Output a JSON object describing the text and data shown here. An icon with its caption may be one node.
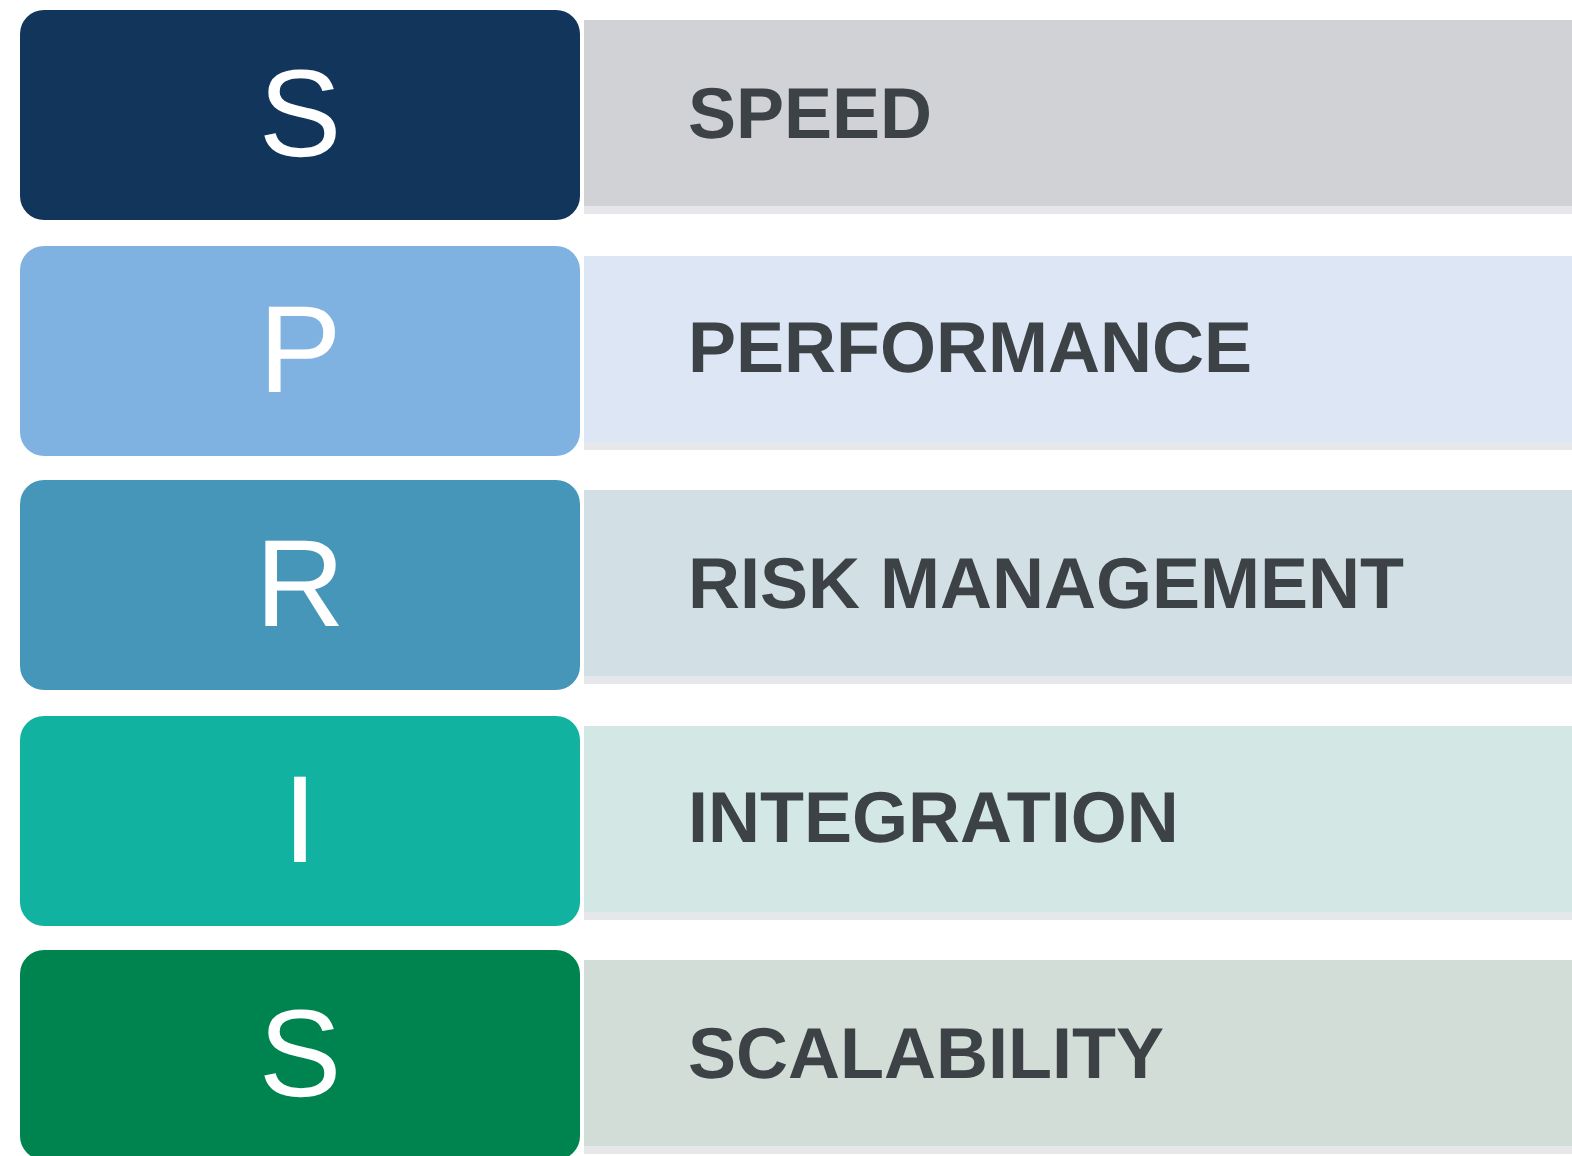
{
  "diagram": {
    "nodes": [
      {
        "text": [
          "S"
        ]
      },
      {
        "text": [
          "SPEED"
        ]
      },
      {
        "text": [
          "P"
        ]
      },
      {
        "text": [
          "PERFORMANCE"
        ]
      },
      {
        "text": [
          "R"
        ]
      },
      {
        "text": [
          "RISK MANAGEMENT"
        ]
      },
      {
        "text": [
          "I"
        ]
      },
      {
        "text": [
          "INTEGRATION"
        ]
      },
      {
        "text": [
          "S"
        ]
      },
      {
        "text": [
          "SCALABILITY"
        ]
      }
    ]
  }
}
